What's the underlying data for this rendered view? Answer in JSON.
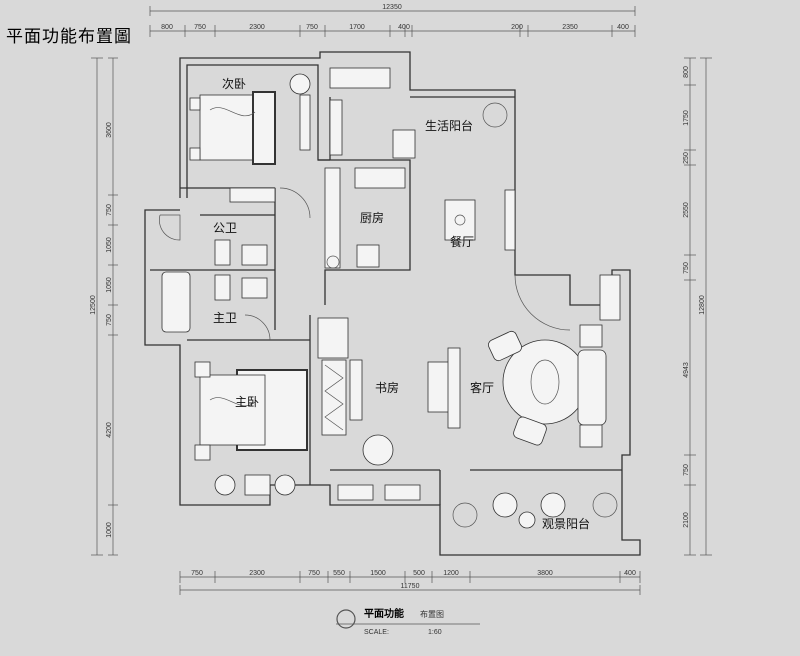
{
  "title": "平面功能布置圖",
  "dims": {
    "total_top": "12350",
    "top": [
      "800",
      "750",
      "2300",
      "750",
      "1700",
      "400",
      "200",
      "2350",
      "400"
    ],
    "total_bottom": "11750",
    "bottom": [
      "750",
      "2300",
      "750",
      "550",
      "1500",
      "500",
      "1200",
      "3800",
      "400"
    ],
    "left_total": "12500",
    "left": [
      "3600",
      "750",
      "1050",
      "1050",
      "750",
      "4200",
      "1000"
    ],
    "right_total": "12800",
    "right": [
      "800",
      "1750",
      "250",
      "2550",
      "750",
      "4943",
      "750",
      "2100"
    ]
  },
  "rooms": {
    "secondary_bedroom": "次卧",
    "service_balcony": "生活阳台",
    "kitchen": "厨房",
    "dining": "餐厅",
    "public_bath": "公卫",
    "master_bath": "主卫",
    "master_bedroom": "主卧",
    "study": "书房",
    "living": "客厅",
    "view_balcony": "观景阳台"
  },
  "legend": {
    "title": "平面功能",
    "subtitle": "布置图",
    "scale_label": "SCALE:",
    "scale_value": "1:60"
  },
  "colors": {
    "background": "#d9d9d9",
    "line": "#333333",
    "paper": "#f4f4f4"
  }
}
